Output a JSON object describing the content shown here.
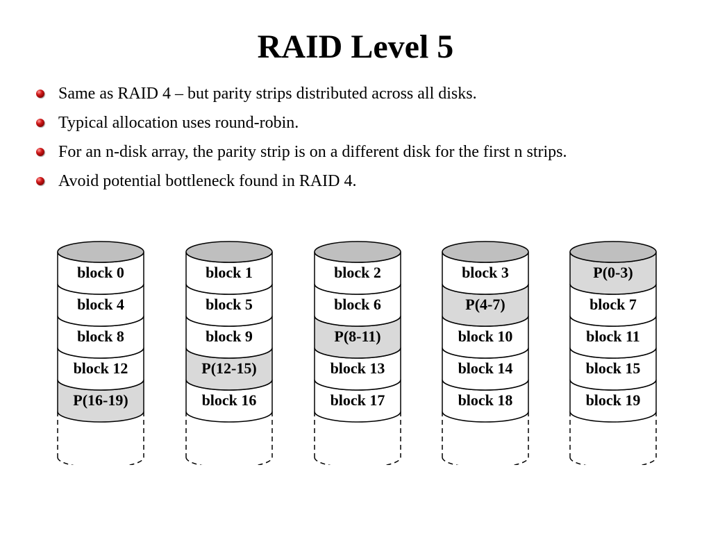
{
  "title": "RAID Level 5",
  "bullets": [
    "Same as RAID 4 – but parity strips distributed across all disks.",
    "Typical allocation uses round-robin.",
    "For an n-disk array, the parity strip is on a different disk for the first n strips.",
    "Avoid potential bottleneck found in RAID 4."
  ],
  "colors": {
    "parity_fill": "#d9d9d9",
    "data_fill": "#ffffff",
    "disk_top": "#bfbfbf",
    "stroke": "#000000",
    "bullet": "#b01010"
  },
  "icons": {
    "bullet": "red-sphere-bullet-icon"
  },
  "disks": [
    {
      "strips": [
        {
          "label": "block 0",
          "parity": false
        },
        {
          "label": "block 4",
          "parity": false
        },
        {
          "label": "block 8",
          "parity": false
        },
        {
          "label": "block 12",
          "parity": false
        },
        {
          "label": "P(16-19)",
          "parity": true
        }
      ]
    },
    {
      "strips": [
        {
          "label": "block 1",
          "parity": false
        },
        {
          "label": "block 5",
          "parity": false
        },
        {
          "label": "block 9",
          "parity": false
        },
        {
          "label": "P(12-15)",
          "parity": true
        },
        {
          "label": "block 16",
          "parity": false
        }
      ]
    },
    {
      "strips": [
        {
          "label": "block 2",
          "parity": false
        },
        {
          "label": "block 6",
          "parity": false
        },
        {
          "label": "P(8-11)",
          "parity": true
        },
        {
          "label": "block 13",
          "parity": false
        },
        {
          "label": "block 17",
          "parity": false
        }
      ]
    },
    {
      "strips": [
        {
          "label": "block 3",
          "parity": false
        },
        {
          "label": "P(4-7)",
          "parity": true
        },
        {
          "label": "block 10",
          "parity": false
        },
        {
          "label": "block 14",
          "parity": false
        },
        {
          "label": "block 18",
          "parity": false
        }
      ]
    },
    {
      "strips": [
        {
          "label": "P(0-3)",
          "parity": true
        },
        {
          "label": "block 7",
          "parity": false
        },
        {
          "label": "block 11",
          "parity": false
        },
        {
          "label": "block 15",
          "parity": false
        },
        {
          "label": "block 19",
          "parity": false
        }
      ]
    }
  ]
}
